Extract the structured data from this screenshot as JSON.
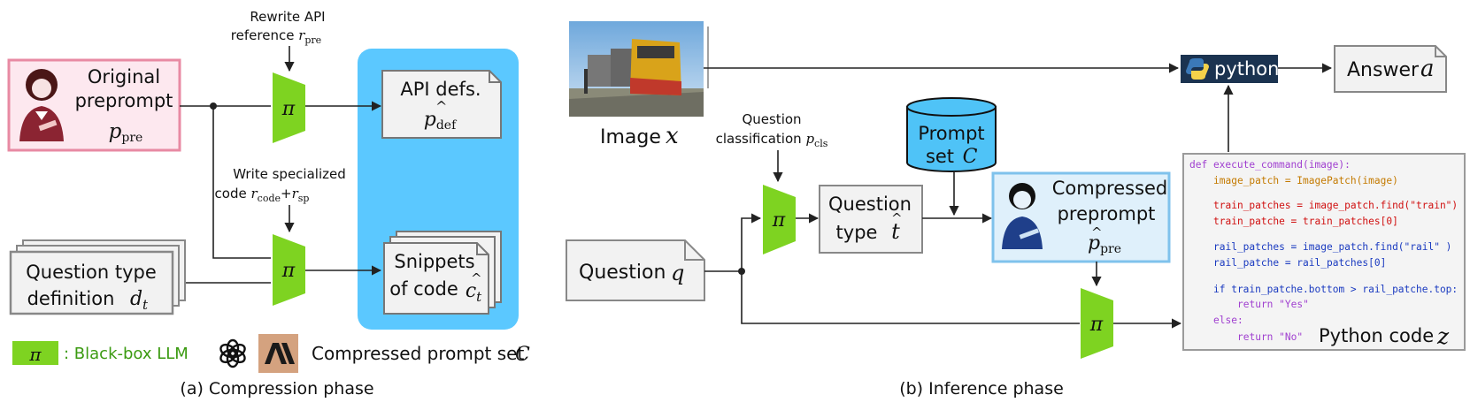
{
  "compression": {
    "original_box": [
      "Original",
      "preprompt"
    ],
    "rewrite_note": [
      "Rewrite API",
      "reference"
    ],
    "write_note": [
      "Write specialized",
      "code"
    ],
    "api_box": [
      "API defs."
    ],
    "snippets_box": [
      "Snippets",
      "of code"
    ],
    "qtype_box": [
      "Question type",
      "definition"
    ],
    "legend_text": ": Black-box LLM",
    "legend_set": "Compressed prompt set",
    "caption": "(a) Compression phase"
  },
  "inference": {
    "image_label": "Image",
    "qcls_note": [
      "Question",
      "classification"
    ],
    "prompt_set": [
      "Prompt",
      "set"
    ],
    "qtype_box": [
      "Question",
      "type"
    ],
    "compressed_box": [
      "Compressed",
      "preprompt"
    ],
    "question_box": "Question",
    "python_logo": "python",
    "answer": "Answer",
    "code_label": "Python code",
    "caption": "(b) Inference phase"
  },
  "code_lines": [
    "def execute_command(image):",
    "image_patch = ImagePatch(image)",
    "train_patches = image_patch.find(\"train\")",
    "train_patche = train_patches[0]",
    "rail_patches = image_patch.find(\"rail\" )",
    "rail_patche = rail_patches[0]",
    "if train_patche.bottom > rail_patche.top:",
    "return \"Yes\"",
    "else:",
    "return \"No\""
  ],
  "math": {
    "pi": "π",
    "p": "p",
    "pre": "pre",
    "r": "r",
    "code": "code",
    "sp": "sp",
    "plus": "+",
    "def": "def",
    "c": "c",
    "t": "t",
    "d": "d",
    "C": "C",
    "x": "x",
    "q": "q",
    "z": "z",
    "a": "a",
    "cls": "cls"
  },
  "colors": {
    "pi_green": "#7ed321",
    "legend_green": "#3a9a10",
    "panel_blue": "#5bc8ff",
    "pink_border": "#e88aa3",
    "pink_fill": "#fde8ef",
    "light_blue_fill": "#dff0fb",
    "light_blue_border": "#7fc2ec",
    "cylinder_blue": "#4fc3f7",
    "python_navy": "#1b3350",
    "anthropic_tan": "#d4a27f"
  }
}
